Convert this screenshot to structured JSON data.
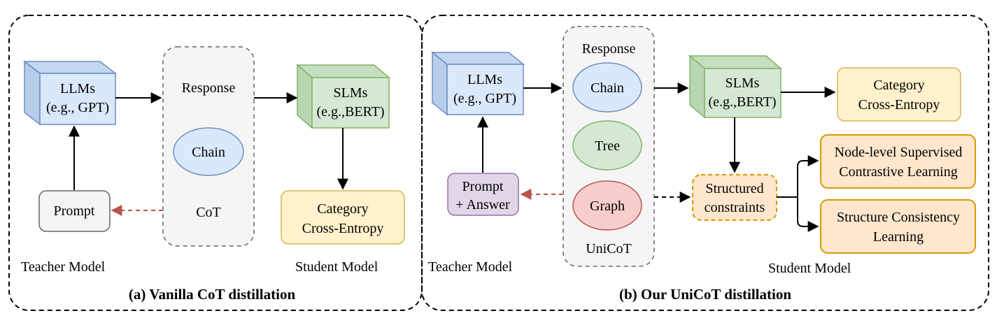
{
  "panel_a": {
    "caption": "(a) Vanilla CoT distillation",
    "teacher_label": "Teacher Model",
    "student_label": "Student Model",
    "llm_line1": "LLMs",
    "llm_line2": "(e.g., GPT)",
    "slm_line1": "SLMs",
    "slm_line2": "(e.g.,BERT)",
    "prompt": "Prompt",
    "response_title": "Response",
    "chain": "Chain",
    "cot": "CoT",
    "loss_line1": "Category",
    "loss_line2": "Cross-Entropy"
  },
  "panel_b": {
    "caption": "(b) Our UniCoT distillation",
    "teacher_label": "Teacher Model",
    "student_label": "Student Model",
    "llm_line1": "LLMs",
    "llm_line2": "(e.g., GPT)",
    "slm_line1": "SLMs",
    "slm_line2": "(e.g.,BERT)",
    "prompt_line1": "Prompt",
    "prompt_line2": "+ Answer",
    "response_title": "Response",
    "chain": "Chain",
    "tree": "Tree",
    "graph": "Graph",
    "unicot": "UniCoT",
    "loss_line1": "Category",
    "loss_line2": "Cross-Entropy",
    "structured_line1": "Structured",
    "structured_line2": "constraints",
    "node_line1": "Node-level Supervised",
    "node_line2": "Contrastive Learning",
    "consistency_line1": "Structure Consistency",
    "consistency_line2": "Learning"
  },
  "colors": {
    "llm_fill": "#dae8fc",
    "llm_stroke": "#6c8ebf",
    "slm_fill": "#d5e8d4",
    "slm_stroke": "#82b366",
    "loss_fill": "#fff2cc",
    "loss_stroke": "#d6b656",
    "orange_fill": "#ffe6cc",
    "orange_stroke": "#d79b00",
    "prompt_b_fill": "#e1d5e7",
    "prompt_b_stroke": "#9673a6",
    "graph_fill": "#f8cecc",
    "graph_stroke": "#b85450",
    "feedback_arrow": "#b85450"
  }
}
